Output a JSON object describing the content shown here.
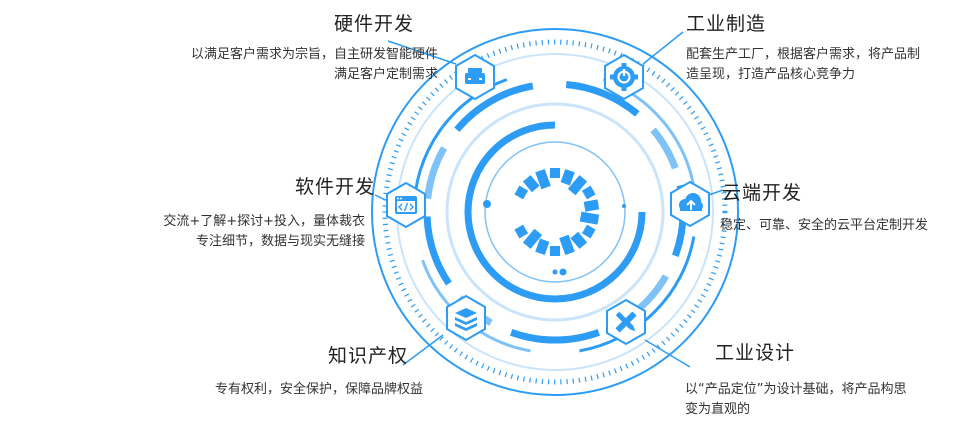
{
  "colors": {
    "primary": "#2d9cf4",
    "light": "#7fc2f7",
    "pale": "#c9e4fb",
    "text": "#333333"
  },
  "items": {
    "hardware": {
      "title": "硬件开发",
      "desc": [
        "以满足客户需求为宗旨，自主研发智能硬件",
        "满足客户定制需求"
      ],
      "icon": "server-icon"
    },
    "software": {
      "title": "软件开发",
      "desc": [
        "交流+了解+探讨+投入，量体裁衣",
        "专注细节，数据与现实无缝接"
      ],
      "icon": "code-window-icon"
    },
    "ip": {
      "title": "知识产权",
      "desc": [
        "专有权利，安全保护，保障品牌权益"
      ],
      "icon": "stack-layers-icon"
    },
    "manufacturing": {
      "title": "工业制造",
      "desc": [
        "配套生产工厂，根据客户需求，将产品制",
        "造呈现，打造产品核心竞争力"
      ],
      "icon": "gear-power-icon"
    },
    "cloud": {
      "title": "云端开发",
      "desc": [
        "稳定、可靠、安全的云平台定制开发"
      ],
      "icon": "cloud-upload-icon"
    },
    "design": {
      "title": "工业设计",
      "desc": [
        "以“产品定位”为设计基础，将产品构思",
        "变为直观的"
      ],
      "icon": "ruler-pencil-icon"
    }
  }
}
